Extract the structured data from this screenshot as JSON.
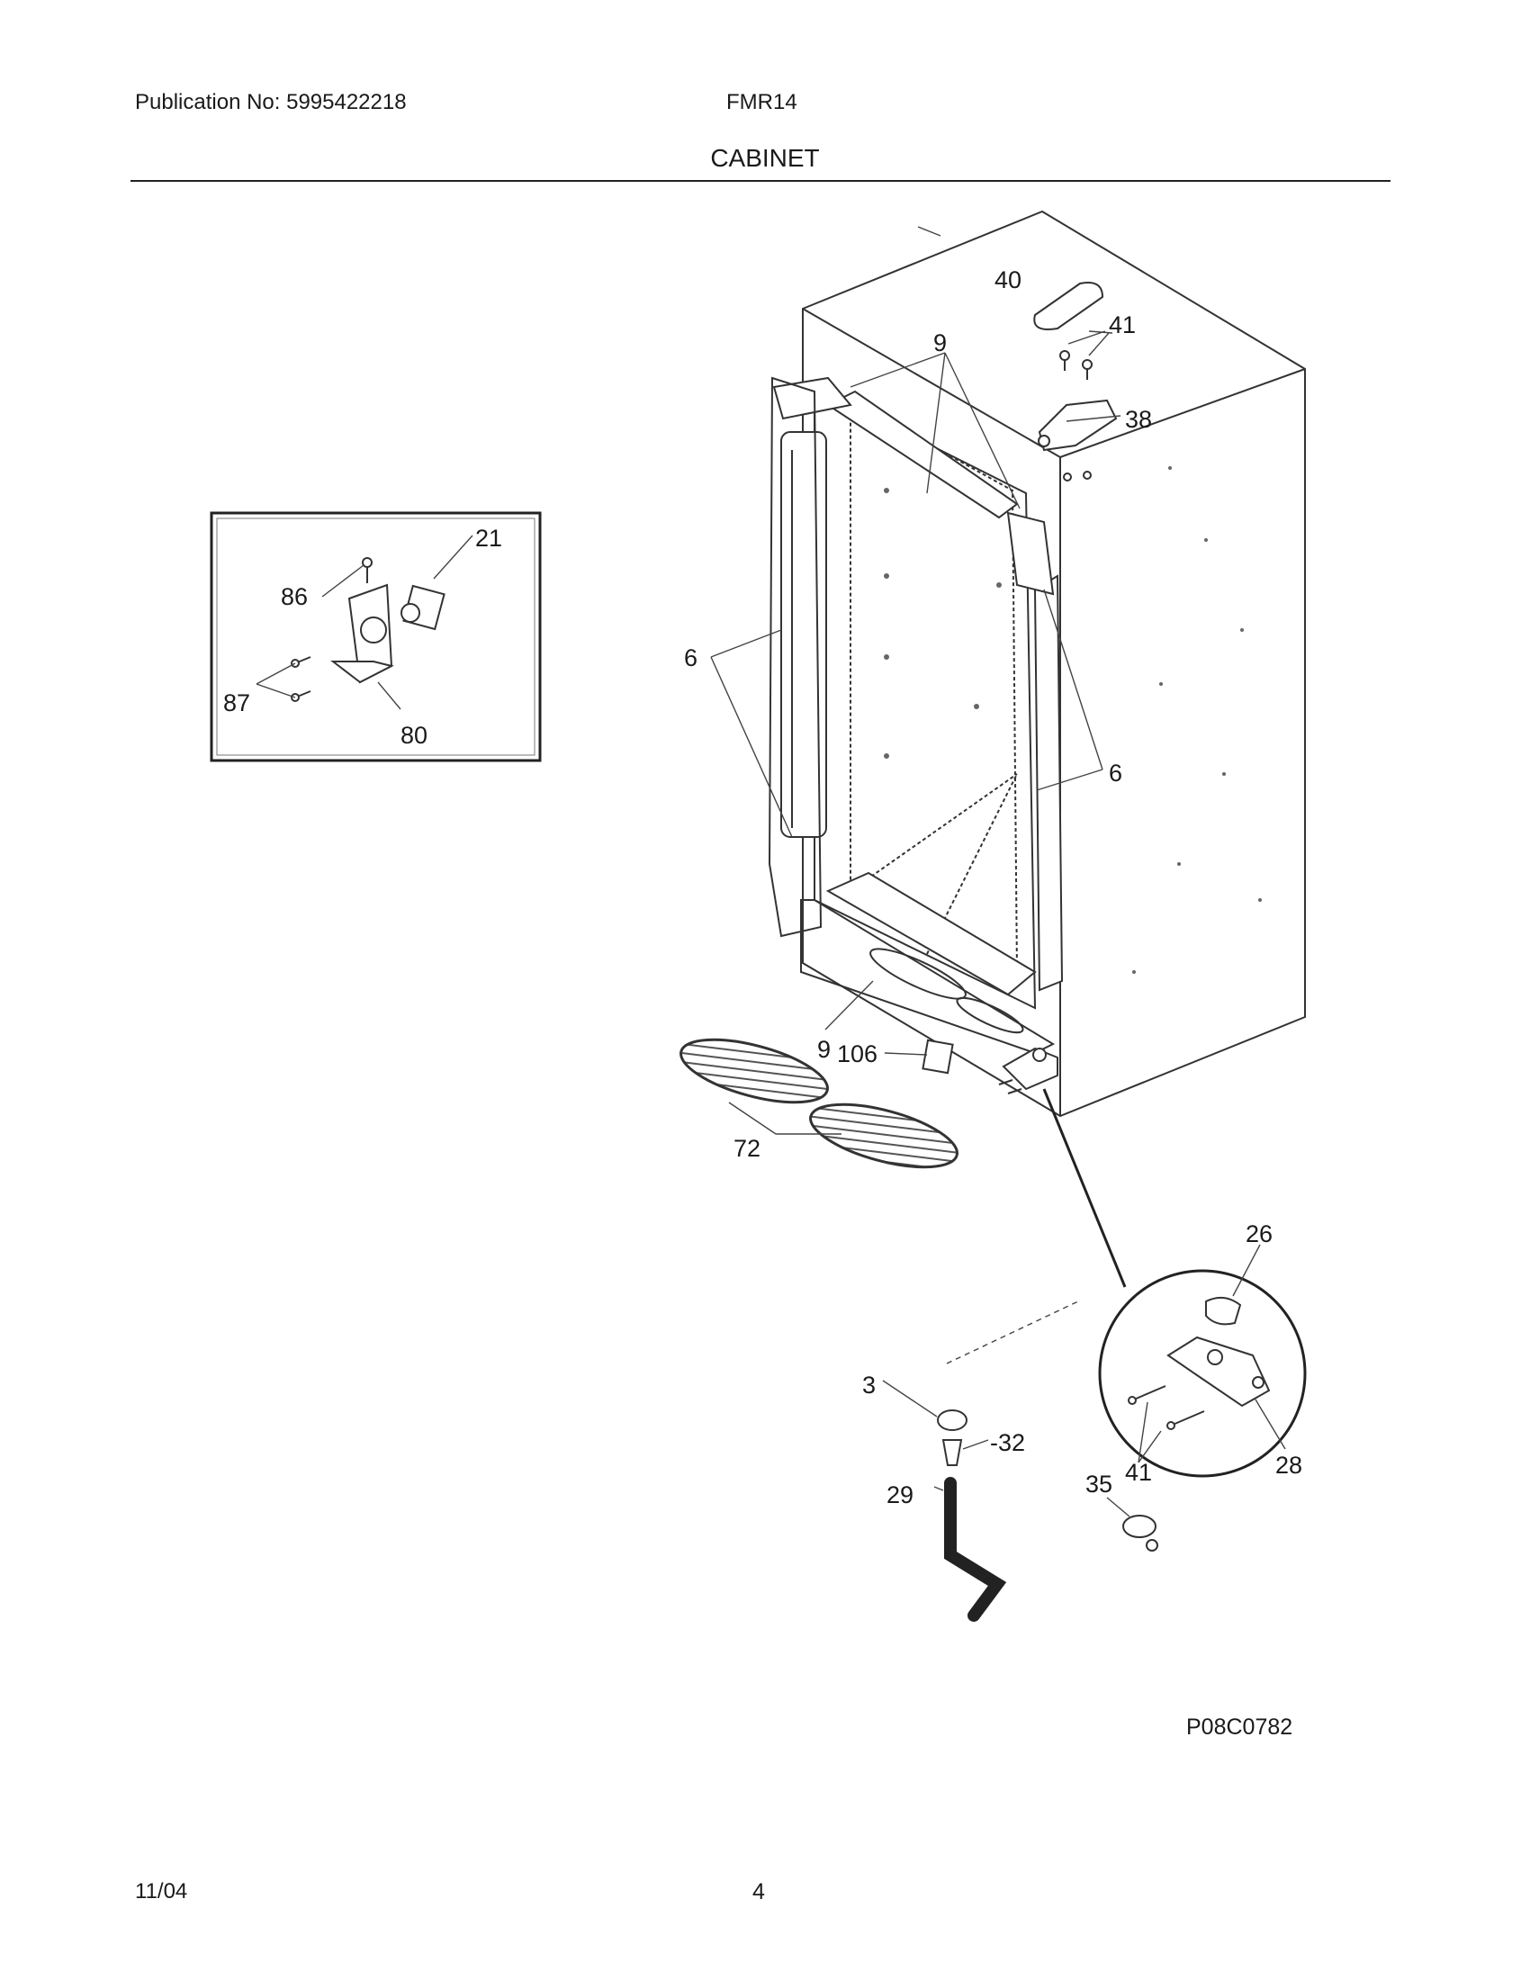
{
  "header": {
    "publication": "Publication No: 5995422218",
    "model": "FMR14",
    "section_title": "CABINET"
  },
  "callouts": {
    "c40": "40",
    "c41_top": "41",
    "c38": "38",
    "c9_top": "9",
    "c6_left": "6",
    "c6_right": "6",
    "c9_bottom": "9",
    "c106": "106",
    "c72": "72",
    "c21": "21",
    "c86": "86",
    "c87": "87",
    "c80": "80",
    "c26": "26",
    "c3": "3",
    "c32": "-32",
    "c29": "29",
    "c35": "35",
    "c41_bottom": "41",
    "c28": "28"
  },
  "footer": {
    "diagram_code": "P08C0782",
    "date": "11/04",
    "page_number": "4"
  }
}
